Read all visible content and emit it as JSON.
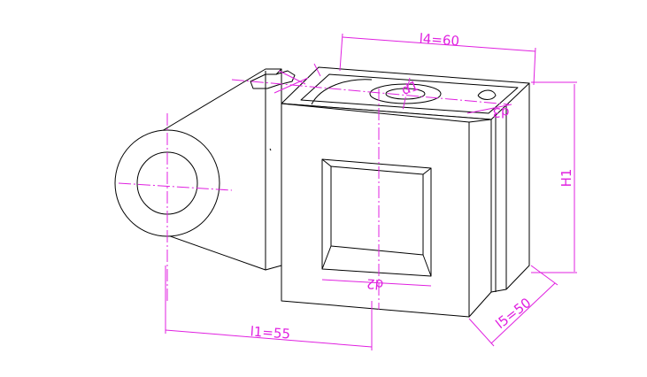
{
  "colors": {
    "geometry": "#000000",
    "dimension": "#e020e0",
    "background": "#ffffff"
  },
  "dimensions": {
    "l4": "l4=60",
    "l1": "l1=55",
    "l5": "l5=50",
    "h1": "H1",
    "d1": "d1",
    "d2": "d2",
    "d3": "d3"
  }
}
